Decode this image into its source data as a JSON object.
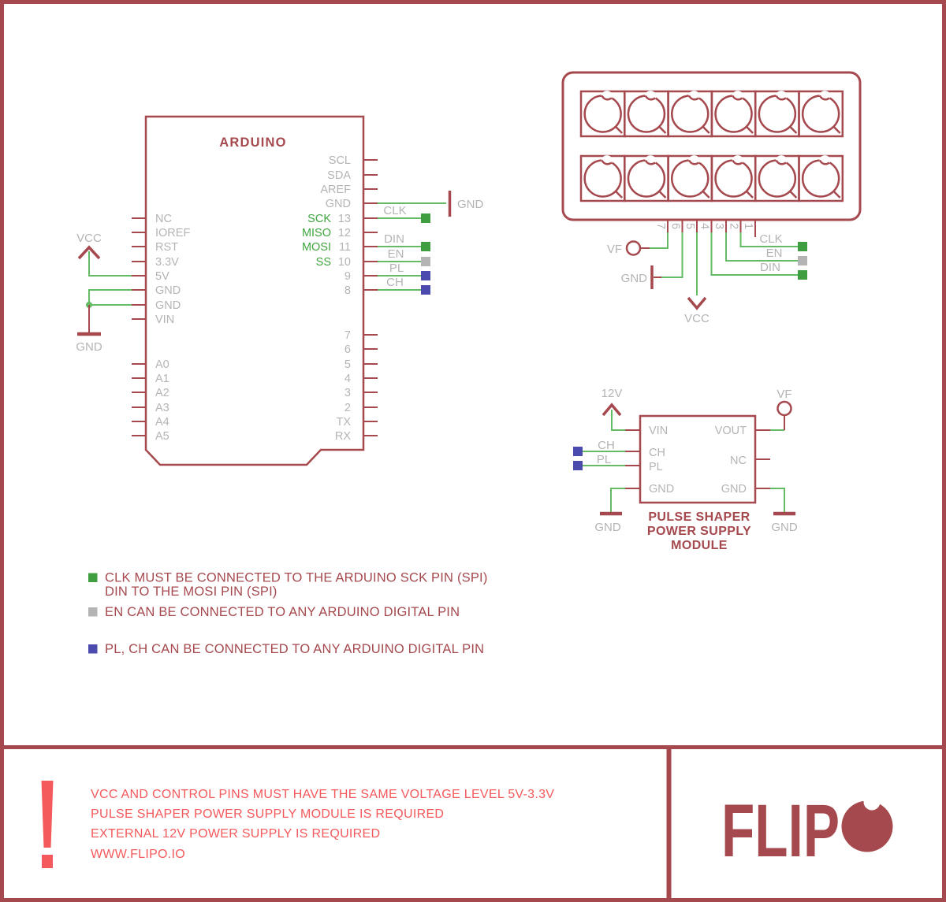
{
  "arduino": {
    "title": "ARDUINO",
    "left_pins": [
      "NC",
      "IOREF",
      "RST",
      "3.3V",
      "5V",
      "GND",
      "GND",
      "VIN"
    ],
    "analog_pins": [
      "A0",
      "A1",
      "A2",
      "A3",
      "A4",
      "A5"
    ],
    "right_top_pins": [
      "SCL",
      "SDA",
      "AREF",
      "GND"
    ],
    "spi_names": [
      "SCK",
      "MISO",
      "MOSI",
      "SS"
    ],
    "spi_numbers": [
      "13",
      "12",
      "11",
      "10"
    ],
    "pwm_pins": [
      "9",
      "8"
    ],
    "digital_pins": [
      "7",
      "6",
      "5",
      "4",
      "3",
      "2"
    ],
    "serial_pins": [
      "TX",
      "RX"
    ],
    "vcc_label": "VCC",
    "gnd_label": "GND",
    "gnd_net_label": "GND",
    "signal_labels": {
      "clk": "CLK",
      "din": "DIN",
      "en": "EN",
      "pl": "PL",
      "ch": "CH"
    }
  },
  "display": {
    "pin_numbers": [
      "7",
      "6",
      "5",
      "4",
      "3",
      "2",
      "1"
    ],
    "vf_label": "VF",
    "gnd_label": "GND",
    "vcc_label": "VCC",
    "clk_label": "CLK",
    "en_label": "EN",
    "din_label": "DIN"
  },
  "module": {
    "pins_left": [
      "VIN",
      "CH",
      "PL",
      "GND"
    ],
    "pins_right": [
      "VOUT",
      "NC",
      "GND"
    ],
    "v12_label": "12V",
    "vf_label": "VF",
    "ch_label": "CH",
    "pl_label": "PL",
    "gnd_left_label": "GND",
    "gnd_right_label": "GND",
    "title_lines": [
      "PULSE SHAPER",
      "POWER SUPPLY",
      "MODULE"
    ]
  },
  "legend": {
    "clk_line1": "CLK MUST BE CONNECTED TO THE ARDUINO SCK PIN (SPI)",
    "clk_line2": "DIN TO THE MOSI PIN (SPI)",
    "en_line": "EN CAN BE CONNECTED TO ANY ARDUINO DIGITAL PIN",
    "pl_line": "PL, CH CAN BE CONNECTED TO ANY ARDUINO DIGITAL PIN"
  },
  "banner": {
    "warning_lines": [
      "VCC AND CONTROL PINS MUST HAVE THE SAME VOLTAGE LEVEL 5V-3.3V",
      "PULSE SHAPER POWER SUPPLY MODULE IS REQUIRED",
      "EXTERNAL 12V POWER SUPPLY IS REQUIRED",
      "WWW.FLIPO.IO"
    ],
    "logo_text": "FLIP"
  },
  "colors": {
    "brick_red": "#a5494e",
    "coral_red": "#f4595b",
    "wire_green": "#63bc63",
    "pad_green": "#3f9e3f",
    "pad_gray": "#b4b4b4",
    "pad_blue": "#4b4bae",
    "label_gray": "#b4b4b4",
    "spi_green": "#3fa53f"
  }
}
